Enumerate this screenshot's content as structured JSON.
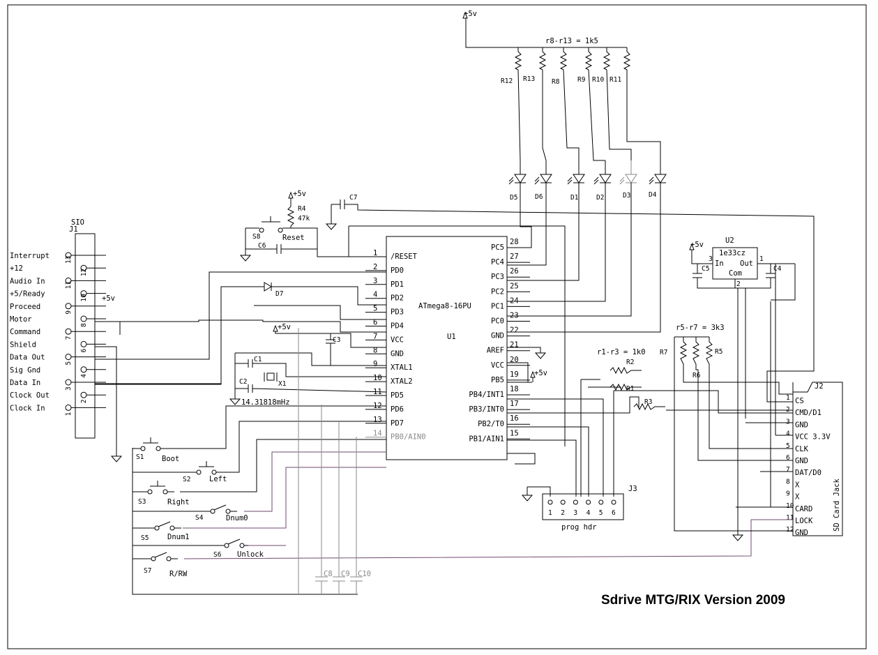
{
  "title": "Sdrive MTG/RIX Version 2009",
  "supply": "+5v",
  "resistor_notes": {
    "r8_r13": "r8-r13 = 1k5",
    "r1_r3": "r1-r3 = 1k0",
    "r5_r7": "r5-r7 = 3k3"
  },
  "sio": {
    "ref": "J1",
    "name": "SIO",
    "pins": [
      {
        "num": "13",
        "label": "Interrupt"
      },
      {
        "num": "12",
        "label": "+12"
      },
      {
        "num": "11",
        "label": "Audio In"
      },
      {
        "num": "10",
        "label": "+5/Ready"
      },
      {
        "num": "9",
        "label": "Proceed"
      },
      {
        "num": "8",
        "label": "Motor"
      },
      {
        "num": "7",
        "label": "Command"
      },
      {
        "num": "6",
        "label": "Shield"
      },
      {
        "num": "5",
        "label": "Data Out"
      },
      {
        "num": "4",
        "label": "Sig Gnd"
      },
      {
        "num": "3",
        "label": "Data In"
      },
      {
        "num": "2",
        "label": "Clock Out"
      },
      {
        "num": "1",
        "label": "Clock In"
      }
    ]
  },
  "mcu": {
    "ref": "U1",
    "part": "ATmega8-16PU",
    "left_pins": [
      {
        "num": "1",
        "name": "/RESET"
      },
      {
        "num": "2",
        "name": "PD0"
      },
      {
        "num": "3",
        "name": "PD1"
      },
      {
        "num": "4",
        "name": "PD2"
      },
      {
        "num": "5",
        "name": "PD3"
      },
      {
        "num": "6",
        "name": "PD4"
      },
      {
        "num": "7",
        "name": "VCC"
      },
      {
        "num": "8",
        "name": "GND"
      },
      {
        "num": "9",
        "name": "XTAL1"
      },
      {
        "num": "10",
        "name": "XTAL2"
      },
      {
        "num": "11",
        "name": "PD5"
      },
      {
        "num": "12",
        "name": "PD6"
      },
      {
        "num": "13",
        "name": "PD7"
      },
      {
        "num": "14",
        "name": "PB0/AIN0"
      }
    ],
    "right_pins": [
      {
        "num": "28",
        "name": "PC5"
      },
      {
        "num": "27",
        "name": "PC4"
      },
      {
        "num": "26",
        "name": "PC3"
      },
      {
        "num": "25",
        "name": "PC2"
      },
      {
        "num": "24",
        "name": "PC1"
      },
      {
        "num": "23",
        "name": "PC0"
      },
      {
        "num": "22",
        "name": "GND"
      },
      {
        "num": "21",
        "name": "AREF"
      },
      {
        "num": "20",
        "name": "VCC"
      },
      {
        "num": "19",
        "name": "PB5"
      },
      {
        "num": "18",
        "name": "PB4/INT1"
      },
      {
        "num": "17",
        "name": "PB3/INT0"
      },
      {
        "num": "16",
        "name": "PB2/T0"
      },
      {
        "num": "15",
        "name": "PB1/AIN1"
      }
    ]
  },
  "regulator": {
    "ref": "U2",
    "part": "1e33cz",
    "in": "In",
    "out": "Out",
    "com": "Com",
    "pin_in": "3",
    "pin_out": "1",
    "pin_com": "2"
  },
  "sdcard": {
    "ref": "J2",
    "name": "SD Card Jack",
    "pins": [
      {
        "num": "1",
        "name": "CS"
      },
      {
        "num": "2",
        "name": "CMD/D1"
      },
      {
        "num": "3",
        "name": "GND"
      },
      {
        "num": "4",
        "name": "VCC 3.3V"
      },
      {
        "num": "5",
        "name": "CLK"
      },
      {
        "num": "6",
        "name": "GND"
      },
      {
        "num": "7",
        "name": "DAT/D0"
      },
      {
        "num": "8",
        "name": "X"
      },
      {
        "num": "9",
        "name": "X"
      },
      {
        "num": "10",
        "name": "CARD"
      },
      {
        "num": "11",
        "name": "LOCK"
      },
      {
        "num": "12",
        "name": "GND"
      }
    ]
  },
  "prog_header": {
    "ref": "J3",
    "name": "prog hdr",
    "pins": [
      "1",
      "2",
      "3",
      "4",
      "5",
      "6"
    ]
  },
  "resistors": {
    "r1": "R1",
    "r2": "R2",
    "r3": "R3",
    "r4": "R4",
    "r4_value": "47k",
    "r5": "R5",
    "r6": "R6",
    "r7": "R7",
    "r8": "R8",
    "r9": "R9",
    "r10": "R10",
    "r11": "R11",
    "r12": "R12",
    "r13": "R13"
  },
  "leds": {
    "d5": "D5",
    "d6": "D6",
    "d1": "D1",
    "d2": "D2",
    "d3": "D3",
    "d4": "D4"
  },
  "diode": "D7",
  "capacitors": {
    "c1": "C1",
    "c2": "C2",
    "c3": "C3",
    "c4": "C4",
    "c5": "C5",
    "c6": "C6",
    "c7": "C7",
    "c8": "C8",
    "c9": "C9",
    "c10": "C10"
  },
  "crystal": {
    "ref": "X1",
    "freq": "14.31818mHz"
  },
  "switches": [
    {
      "ref": "S1",
      "label": "Boot"
    },
    {
      "ref": "S2",
      "label": "Left"
    },
    {
      "ref": "S3",
      "label": "Right"
    },
    {
      "ref": "S4",
      "label": "Dnum0"
    },
    {
      "ref": "S5",
      "label": "Dnum1"
    },
    {
      "ref": "S6",
      "label": "Unlock"
    },
    {
      "ref": "S7",
      "label": "R/RW"
    },
    {
      "ref": "S8",
      "label": "Reset"
    }
  ]
}
